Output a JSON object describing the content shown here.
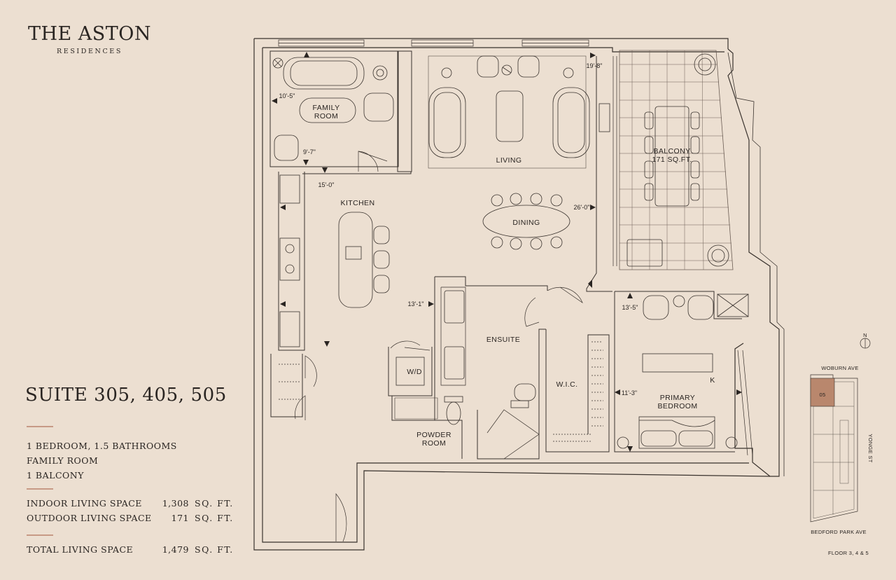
{
  "brand": {
    "name": "THE ASTON",
    "subtitle": "RESIDENCES"
  },
  "suite": {
    "title": "SUITE 305, 405, 505"
  },
  "features": [
    "1 BEDROOM, 1.5 BATHROOMS",
    "FAMILY ROOM",
    "1 BALCONY"
  ],
  "areas": {
    "indoor": {
      "label": "INDOOR LIVING SPACE",
      "value": "1,308",
      "unit": "SQ. FT."
    },
    "outdoor": {
      "label": "OUTDOOR LIVING SPACE",
      "value": "171",
      "unit": "SQ. FT."
    },
    "total": {
      "label": "TOTAL LIVING SPACE",
      "value": "1,479",
      "unit": "SQ. FT."
    }
  },
  "rooms": {
    "family_1": "FAMILY",
    "family_2": "ROOM",
    "living": "LIVING",
    "kitchen": "KITCHEN",
    "dining": "DINING",
    "balcony_1": "BALCONY",
    "balcony_2": "171 SQ.FT.",
    "ensuite": "ENSUITE",
    "wd": "W/D",
    "powder_1": "POWDER",
    "powder_2": "ROOM",
    "wic": "W.I.C.",
    "primary_1": "PRIMARY",
    "primary_2": "BEDROOM",
    "k_mark": "K"
  },
  "dimensions": {
    "family_w": "10'-5\"",
    "family_d": "9'-7\"",
    "kitchen_w": "15'-0\"",
    "living_w": "19'-8\"",
    "living_d": "26'-0\"",
    "ensuite_w": "13'-1\"",
    "bedroom_w": "13'-5\"",
    "bedroom_d": "11'-3\""
  },
  "keyplan": {
    "north": "N",
    "top_street": "WOBURN AVE",
    "right_street": "YONGE ST",
    "bottom_street": "BEDFORD PARK AVE",
    "unit_number": "05",
    "highlight_color": "#b9876d"
  },
  "floors": "FLOOR 3, 4  & 5",
  "colors": {
    "background": "#ecdfd1",
    "accent_rule": "#c79a86",
    "ink": "#2a2522"
  }
}
